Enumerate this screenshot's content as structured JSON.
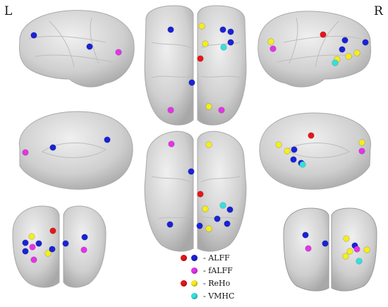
{
  "labels": {
    "left": "L",
    "right": "R"
  },
  "legend": [
    {
      "dots": [
        "#e8141b",
        "#1a22d6"
      ],
      "text": "- ALFF"
    },
    {
      "dots": [
        "#e433e8"
      ],
      "text": "- fALFF"
    },
    {
      "dots": [
        "#e8141b",
        "#f4ee1e"
      ],
      "text": "- ReHo"
    },
    {
      "dots": [
        "#33e0e0"
      ],
      "text": "- VMHC"
    }
  ],
  "colors": {
    "alff_red": "#e8141b",
    "alff_blue": "#1a22d6",
    "falff": "#e433e8",
    "reho_yellow": "#f4ee1e",
    "vmhc": "#33e0e0",
    "brain": "#d2d2d2",
    "brain_edge": "#a9a9a9"
  }
}
